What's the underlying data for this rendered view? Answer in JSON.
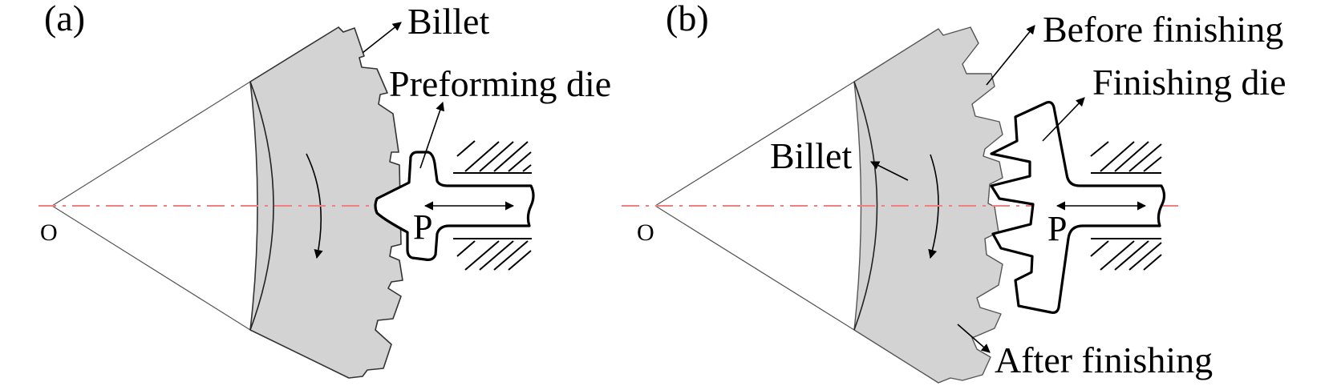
{
  "panels": [
    {
      "id": "a",
      "label": "(a)",
      "origin_label": "O",
      "point_label": "P",
      "callouts": {
        "billet": "Billet",
        "die": "Preforming die"
      }
    },
    {
      "id": "b",
      "label": "(b)",
      "origin_label": "O",
      "point_label": "P",
      "callouts": {
        "billet": "Billet",
        "before": "Before finishing",
        "die": "Finishing die",
        "after": "After finishing"
      }
    }
  ],
  "colors": {
    "billet_fill": "#d3d3d3",
    "centerline": "#f08080",
    "outline": "#000000"
  }
}
